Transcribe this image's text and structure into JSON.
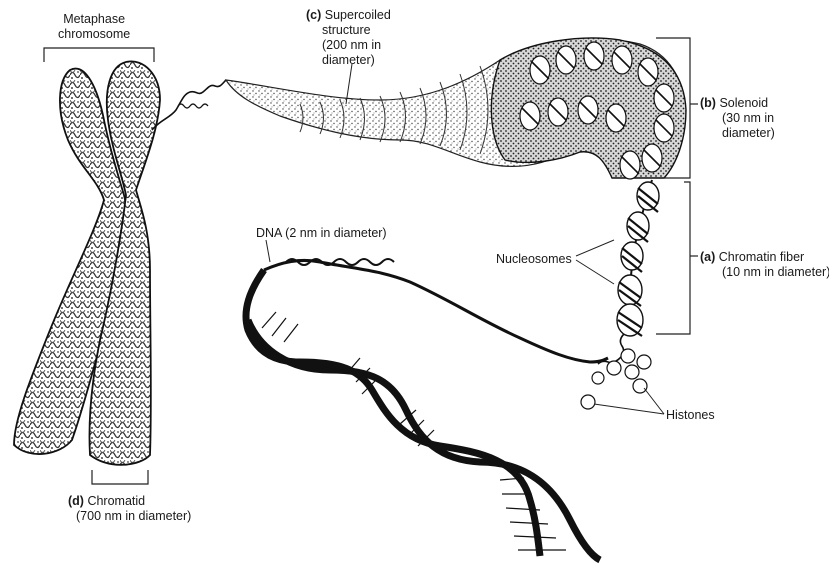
{
  "labels": {
    "metaphase": {
      "line1": "Metaphase",
      "line2": "chromosome"
    },
    "supercoiled": {
      "tag": "(c)",
      "line1": "Supercoiled",
      "line2": "structure",
      "line3": "(200 nm in",
      "line4": "diameter)"
    },
    "solenoid": {
      "tag": "(b)",
      "line1": "Solenoid",
      "line2": "(30 nm in",
      "line3": "diameter)"
    },
    "dna": {
      "text": "DNA (2 nm in diameter)"
    },
    "nucleosomes": {
      "text": "Nucleosomes"
    },
    "chromatin": {
      "tag": "(a)",
      "line1": "Chromatin fiber",
      "line2": "(10 nm in diameter)"
    },
    "histones": {
      "text": "Histones"
    },
    "chromatid": {
      "tag": "(d)",
      "line1": "Chromatid",
      "line2": "(700 nm in diameter)"
    }
  }
}
